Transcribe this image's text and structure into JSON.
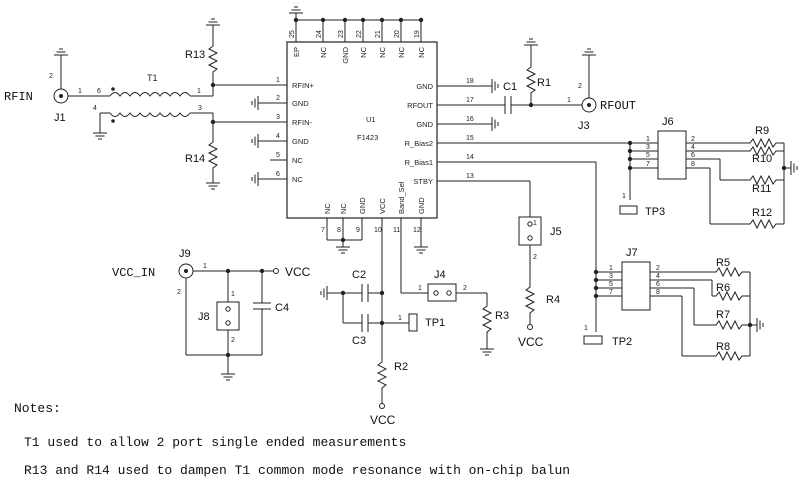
{
  "ic": {
    "ref": "U1",
    "part": "F1423",
    "left_pins": [
      {
        "num": "1",
        "name": "RFIN+"
      },
      {
        "num": "2",
        "name": "GND"
      },
      {
        "num": "3",
        "name": "RFIN-"
      },
      {
        "num": "4",
        "name": "GND"
      },
      {
        "num": "5",
        "name": "NC"
      },
      {
        "num": "6",
        "name": "NC"
      }
    ],
    "right_pins": [
      {
        "num": "18",
        "name": "GND"
      },
      {
        "num": "17",
        "name": "RFOUT"
      },
      {
        "num": "16",
        "name": "GND"
      },
      {
        "num": "15",
        "name": "R_Bias2"
      },
      {
        "num": "14",
        "name": "R_Bias1"
      },
      {
        "num": "13",
        "name": "STBY"
      }
    ],
    "top_pins": [
      {
        "num": "25",
        "name": "EP"
      },
      {
        "num": "24",
        "name": "NC"
      },
      {
        "num": "23",
        "name": "GND"
      },
      {
        "num": "22",
        "name": "NC"
      },
      {
        "num": "21",
        "name": "NC"
      },
      {
        "num": "20",
        "name": "NC"
      },
      {
        "num": "19",
        "name": "NC"
      }
    ],
    "bottom_pins": [
      {
        "num": "7",
        "name": "NC"
      },
      {
        "num": "8",
        "name": "NC"
      },
      {
        "num": "9",
        "name": "GND"
      },
      {
        "num": "10",
        "name": "VCC"
      },
      {
        "num": "11",
        "name": "Band_Sel"
      },
      {
        "num": "12",
        "name": "GND"
      }
    ]
  },
  "components": {
    "r1": "R1",
    "r2": "R2",
    "r3": "R3",
    "r4": "R4",
    "r5": "R5",
    "r6": "R6",
    "r7": "R7",
    "r8": "R8",
    "r9": "R9",
    "r10": "R10",
    "r11": "R11",
    "r12": "R12",
    "r13": "R13",
    "r14": "R14",
    "c1": "C1",
    "c2": "C2",
    "c3": "C3",
    "c4": "C4",
    "t1": "T1",
    "j1": "J1",
    "j3": "J3",
    "j4": "J4",
    "j5": "J5",
    "j6": "J6",
    "j7": "J7",
    "j8": "J8",
    "j9": "J9",
    "tp1": "TP1",
    "tp2": "TP2",
    "tp3": "TP3"
  },
  "nets": {
    "rfin": "RFIN",
    "rfout": "RFOUT",
    "vcc_in": "VCC_IN",
    "vcc": "VCC"
  },
  "pin_numbers": {
    "one": "1",
    "two": "2",
    "three": "3",
    "four": "4",
    "five": "5",
    "six": "6",
    "seven": "7",
    "eight": "8"
  },
  "notes": {
    "heading": "Notes:",
    "line1": "T1 used to allow 2 port single ended measurements",
    "line2": "R13 and R14 used to dampen T1 common mode resonance with on-chip balun"
  }
}
